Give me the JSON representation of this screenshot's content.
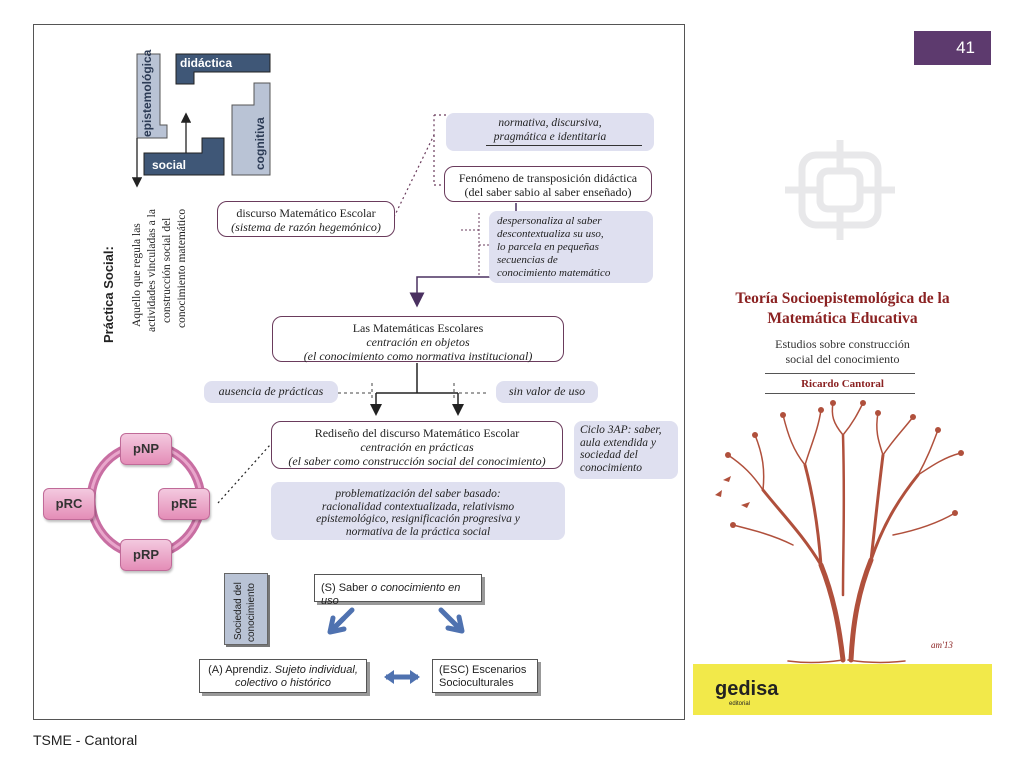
{
  "slide": {
    "page_number": "41",
    "footer": "TSME - Cantoral"
  },
  "quadrant": {
    "top": "didáctica",
    "left": "epistemológica",
    "bottom": "social",
    "right": "cognitiva"
  },
  "practica_social": {
    "title": "Práctica Social:",
    "lines": [
      "Aquello que regula las",
      "actividades vinculadas a la",
      "construcción social del",
      "conocimiento matemático"
    ]
  },
  "discurso": {
    "line1": "discurso Matemático Escolar",
    "line2": "(sistema de razón hegemónico)"
  },
  "normativa": {
    "line1": "normativa, discursiva,",
    "line2": "pragmática e identitaria"
  },
  "fenomeno": {
    "line1": "Fenómeno de transposición didáctica",
    "line2": "(del saber sabio al saber enseñado)"
  },
  "despersonaliza": {
    "lines": [
      "despersonaliza al saber",
      "descontextualiza su uso,",
      "lo parcela en pequeñas",
      "secuencias de",
      "conocimiento matemático"
    ]
  },
  "matematicas_escolares": {
    "line1": "Las Matemáticas Escolares",
    "line2": "centración en objetos",
    "line3": "(el conocimiento como normativa institucional)"
  },
  "ausencia": "ausencia de prácticas",
  "sin_valor": "sin valor de uso",
  "rediseno": {
    "line1": "Rediseño del discurso Matemático Escolar",
    "line2": "centración en prácticas",
    "line3": "(el saber como construcción social del conocimiento)"
  },
  "ciclo": {
    "lines": [
      "Ciclo 3AP: saber,",
      "aula extendida y",
      "sociedad del",
      "conocimiento"
    ]
  },
  "problematizacion": {
    "lines": [
      "problematización del saber basado:",
      "racionalidad contextualizada, relativismo",
      "epistemológico, resignificación progresiva y",
      "normativa de la práctica social"
    ]
  },
  "cycle_nodes": {
    "top": "pNP",
    "left": "pRC",
    "right": "pRE",
    "bottom": "pRP"
  },
  "sociedad": {
    "line1": "Sociedad del",
    "line2": "conocimiento"
  },
  "saber_uso": {
    "prefix": "(S) Saber ",
    "italic": "o conocimiento en uso"
  },
  "aprendiz": {
    "prefix": "(A) Aprendiz. ",
    "italic1": "Sujeto individual,",
    "italic2": "colectivo o histórico"
  },
  "escenarios": {
    "line1": "(ESC) Escenarios",
    "line2": "Socioculturales"
  },
  "book": {
    "title_line1": "Teoría Socioepistemológica de la",
    "title_line2": "Matemática Educativa",
    "subtitle_line1": "Estudios sobre construcción",
    "subtitle_line2": "social del conocimiento",
    "author": "Ricardo Cantoral",
    "publisher": "gedisa",
    "publisher_sub": "editorial",
    "signature": "am'13"
  },
  "colors": {
    "accent": "#5d3a6e",
    "box_border": "#6a3b5c",
    "label_bg": "#dfe0f0",
    "quad_fill": "#3f5777",
    "node_fill": "#e48db7",
    "book_red": "#8b2222",
    "book_bar": "#f2e94a"
  }
}
